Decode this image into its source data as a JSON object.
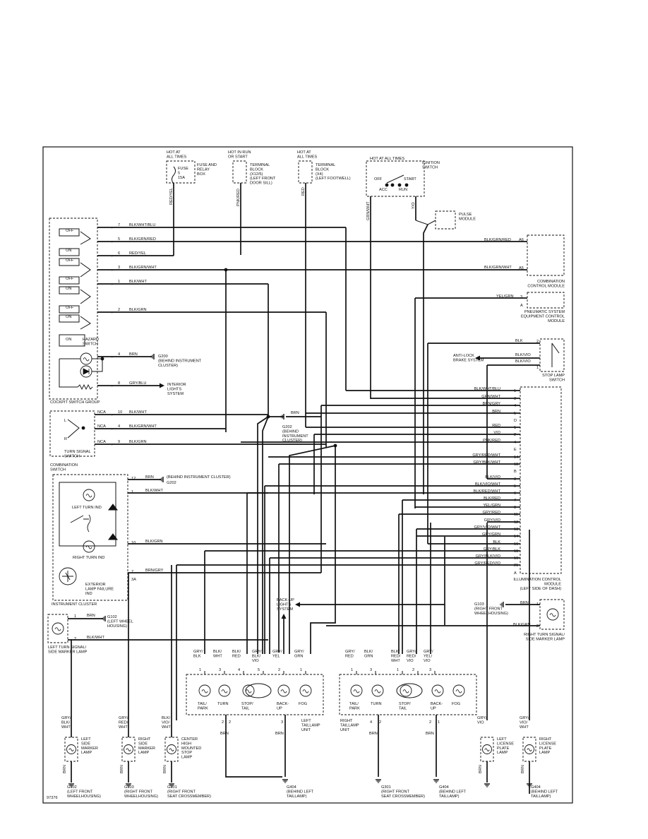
{
  "diagram_id": "97376",
  "power_sources": {
    "fuse": {
      "hot": "HOT AT\nALL TIMES",
      "fuse_label": "FUSE\n5\n15A",
      "name": "FUSE AND\nRELAY\nBOX",
      "wire": "RED/YEL"
    },
    "tb_run": {
      "hot": "HOT IN RUN\nOR START",
      "name": "TERMINAL\nBLOCK\n(X12/5)\n(LEFT FRONT\nDOOR SILL)",
      "wire": "PNK/RED"
    },
    "tb_all": {
      "hot": "HOT AT\nALL TIMES",
      "name": "TERMINAL\nBLOCK\n(X4)\n(LEFT FOOTWELL)",
      "wire": "RED"
    },
    "ignition": {
      "hot": "HOT AT ALL TIMES",
      "name": "IGNITION\nSWITCH",
      "pos_off": "OFF",
      "pos_acc": "ACC",
      "pos_run": "RUN",
      "pos_start": "START",
      "wire_left": "GRN/WHT",
      "wire_right": "Y/O"
    },
    "pulse": "PULSE\nMODULE"
  },
  "cockpit": {
    "title": "COCKPIT SWITCH GROUP",
    "switch_labels": [
      "OFF",
      "ON",
      "OFF",
      "OFF",
      "ON",
      "OFF",
      "ON"
    ],
    "hazard": "HAZARD\nSWITCH",
    "wires": [
      {
        "pin": "7",
        "label": "BLK/WHT/BLU"
      },
      {
        "pin": "5",
        "label": "BLK/GRN/RED"
      },
      {
        "pin": "6",
        "label": "RED/YEL"
      },
      {
        "pin": "3",
        "label": "BLK/GRN/WHT"
      },
      {
        "pin": "1",
        "label": "BLK/WHT"
      },
      {
        "pin": "2",
        "label": "BLK/GRN"
      },
      {
        "pin": "4",
        "label": "BRN"
      },
      {
        "pin": "8",
        "label": "GRY/BLU"
      }
    ],
    "g200": "G200\n(BEHIND INSTRUMENT\nCLUSTER)",
    "interior": "INTERIOR\nLIGHTS\nSYSTEM"
  },
  "ccm": {
    "name": "COMBINATION\nCONTROL MODULE",
    "pin_a6": "A6",
    "pin_a5": "A5",
    "w_a6": "BLK/GRN/RED",
    "w_a5": "BLK/GRN/WHT"
  },
  "pneumatic": {
    "name": "PNEUMATIC SYSTEM\nEQUIPMENT CONTROL\nMODULE",
    "pin": "3",
    "pin_a": "A",
    "wire": "YEL/GRN"
  },
  "stop_switch": {
    "name": "STOP LAMP\nSWITCH",
    "abs": "ANTI-LOCK\nBRAKE SYSTEM",
    "w1": "BLK",
    "w2": "BLK/VIO",
    "w3": "BLK/VIO",
    "p1": "2",
    "p2": "1"
  },
  "turn_switch": {
    "title": "TURN SIGNAL\nSWITCH",
    "combo": "COMBINATION\nSWITCH",
    "l": "L",
    "r": "R",
    "rows": [
      {
        "nca": "NCA",
        "pin": "10",
        "label": "BLK/WHT"
      },
      {
        "nca": "NCA",
        "pin": "4",
        "label": "BLK/GRN/WHT"
      },
      {
        "nca": "NCA",
        "pin": "9",
        "label": "BLK/GRN"
      }
    ],
    "g202": "G202\n(BEHIND\nINSTRUMENT\nCLUSTER)",
    "g202_wire": "BRN"
  },
  "cluster": {
    "title": "INSTRUMENT CLUSTER",
    "left": "LEFT TURN IND",
    "right": "RIGHT TURN IND",
    "ext": "EXTERIOR\nLAMP FAILURE\nIND",
    "g202_note": "(BEHIND INSTRUMENT CLUSTER)",
    "g202": "G202",
    "rows": [
      {
        "pin": "12",
        "label": "BRN"
      },
      {
        "pin": "1",
        "label": "BLK/WHT"
      },
      {
        "pin": "10",
        "label": "BLK/GRN"
      },
      {
        "pin": "7",
        "label": "BRN/GRY"
      },
      {
        "pin": "3A",
        "label": ""
      }
    ]
  },
  "illum": {
    "name": "ILLUMINATION CONTROL\nMODULE\n(LEFT SIDE OF DASH)",
    "rows": [
      {
        "label": "BLK/WHT/BLU",
        "pin": "1"
      },
      {
        "label": "GRN/WHT",
        "pin": "3"
      },
      {
        "label": "BRN/GRY",
        "pin": "4"
      },
      {
        "label": "BRN",
        "pin": "5"
      },
      {
        "label": "",
        "pin": "D"
      },
      {
        "label": "RED",
        "pin": "1"
      },
      {
        "label": "VIO",
        "pin": "2"
      },
      {
        "label": "PNK/RED",
        "pin": "4"
      },
      {
        "label": "",
        "pin": "E"
      },
      {
        "label": "GRY/RED/WHT",
        "pin": "14"
      },
      {
        "label": "GRY/BLK/WHT",
        "pin": "18"
      },
      {
        "label": "",
        "pin": "B"
      },
      {
        "label": "BLK/VIO",
        "pin": "3"
      },
      {
        "label": "BLK/VIO/WHT",
        "pin": "5"
      },
      {
        "label": "BLK/RED/WHT",
        "pin": "6"
      },
      {
        "label": "BLK/RED",
        "pin": "7"
      },
      {
        "label": "YEL/GRN",
        "pin": "8"
      },
      {
        "label": "GRY/RED",
        "pin": "11"
      },
      {
        "label": "GRY/VIO",
        "pin": "12"
      },
      {
        "label": "GRY/VIO/WHT",
        "pin": "13"
      },
      {
        "label": "GRY/GRN",
        "pin": "14"
      },
      {
        "label": "BLK",
        "pin": "16"
      },
      {
        "label": "GRY/BLK",
        "pin": "18"
      },
      {
        "label": "GRY/BLK/VIO",
        "pin": "19"
      },
      {
        "label": "GRY/RED/VIO",
        "pin": "21"
      },
      {
        "label": "",
        "pin": "A"
      }
    ]
  },
  "left_marker": {
    "name": "LEFT TURN SIGNAL/\nSIDE MARKER LAMP",
    "g": "G102\n(LEFT WHEEL\nHOUSING)",
    "w1": "BRN",
    "w2": "BLK/WHT",
    "p1": "1",
    "p2": "2"
  },
  "right_marker": {
    "name": "RIGHT TURN SIGNAL/\nSIDE MARKER LAMP",
    "g": "G103\n(RIGHT FRONT\nWHEELHOUSING)",
    "w1": "BRN",
    "w2": "BLK/GRN",
    "p1": "1",
    "p2": "2"
  },
  "backup": "BACK-UP\nLIGHTS\nSYSTEM",
  "left_taillamp": {
    "name": "LEFT\nTAILLAMP\nUNIT",
    "wires": [
      "GRY/\nBLK",
      "BLK/\nWHT",
      "BLK/\nRED",
      "GRY/\nBLK/\nVIO",
      "GRY/\nYEL",
      "GRY/\nGRN"
    ],
    "pins": [
      "1",
      "3",
      "4",
      "5",
      "2",
      "1"
    ],
    "bulbs": [
      "TAIL/\nPARK",
      "TURN",
      "STOP/\nTAIL",
      "BACK-\nUP",
      "FOG"
    ],
    "bottom_pins": [
      "2",
      "2",
      "3"
    ],
    "bottom_wires": [
      "BRN",
      "BRN"
    ]
  },
  "right_taillamp": {
    "name": "RIGHT\nTAILLAMP\nUNIT",
    "wires": [
      "GRY/\nRED",
      "BLK/\nGRN",
      "BLK/\nRED/\nWHT",
      "GRY/\nRED/\nVIO",
      "GRY/\nYEL/\nVIO"
    ],
    "pins": [
      "1",
      "3",
      "1",
      "2",
      "3"
    ],
    "bulbs": [
      "TAIL/\nPARK",
      "TURN",
      "STOP/\nTAIL",
      "BACK-\nUP",
      "FOG"
    ],
    "bottom_pins": [
      "4",
      "2",
      "2",
      "1"
    ],
    "bottom_wires": [
      "BRN",
      "BRN"
    ]
  },
  "bottom_lamps": [
    {
      "wire": "GRY/\nBLK/\nWHT",
      "name": "LEFT\nSIDE\nMARKER\nLAMP",
      "g": "G102\n(LEFT FRONT\nWHEELHOUSING)"
    },
    {
      "wire": "GRY/\nRED/\nWHT",
      "name": "RIGHT\nSIDE\nMARKER\nLAMP",
      "g": "G103\n(RIGHT FRONT\nWHEELHOUSING)"
    },
    {
      "wire": "BLK/\nVIO/\nWHT",
      "name": "CENTER\nHIGH\nMOUNTED\nSTOP\nLAMP",
      "g": "G301\n(RIGHT FRONT\nSEAT CROSSMEMBER)"
    },
    {
      "wire": "GRY/\nVIO",
      "name": "LEFT\nLICENSE\nPLATE\nLAMP",
      "g": ""
    },
    {
      "wire": "GRY/\nVIO/\nWHT",
      "name": "RIGHT\nLICENSE\nPLATE\nLAMP",
      "g": ""
    }
  ],
  "grounds": [
    {
      "g": "G404\n(BEHIND LEFT\nTAILLAMP)"
    },
    {
      "g": "G301\n(RIGHT FRONT\nSEAT CROSSMEMBER)"
    },
    {
      "g": "G404\n(BEHIND LEFT\nTAILLAMP)"
    },
    {
      "g": "G404\n(BEHIND LEFT\nTAILLAMP)"
    }
  ]
}
